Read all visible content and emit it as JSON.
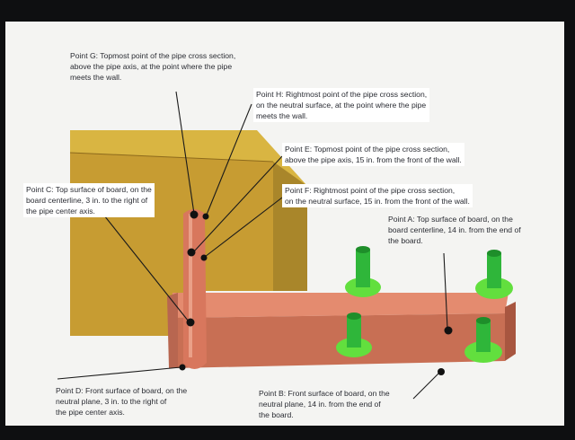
{
  "title": "",
  "colors": {
    "board": "#e48b6f",
    "board_side": "#b9634b",
    "pipe": "#d8775d",
    "wall": "#d6b03f",
    "wall_side": "#b08a2a",
    "pegs": "#39c43a",
    "pegs_base": "#62df3e",
    "point_marker": "#111111",
    "leader_line": "#1a1a1a"
  },
  "callouts": {
    "G": "Point G: Topmost point of the pipe cross section,\nabove the pipe axis, at the point where the pipe\nmeets the wall.",
    "H": "Point H: Rightmost point of the pipe cross section,\non the neutral surface, at the point where the pipe\nmeets the wall.",
    "E": "Point E: Topmost point of the pipe cross section,\nabove the pipe axis, 15 in. from the front of the wall.",
    "F": "Point F: Rightmost point of the pipe cross section,\non the neutral surface, 15 in. from the front of the wall.",
    "C": "Point C: Top surface of board, on the\nboard centerline, 3 in. to the right of\nthe pipe center axis.",
    "A": "Point A: Top surface of board, on the\nboard centerline, 14 in. from the end of\nthe board.",
    "D": "Point D: Front surface of board, on the\nneutral plane, 3 in. to the right of\nthe pipe center axis.",
    "B": "Point B: Front surface of board, on the\nneutral plane, 14 in. from the end of\nthe board."
  }
}
